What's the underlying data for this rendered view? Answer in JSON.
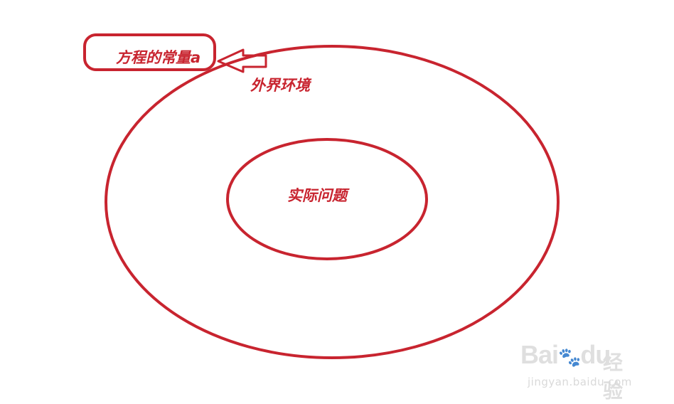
{
  "colors": {
    "stroke": "#c8242f",
    "text": "#c8242f",
    "watermark": "#d8d8d8"
  },
  "labels": {
    "constant": "方程的常量a",
    "environment": "外界环境",
    "problem": "实际问题"
  },
  "watermark": {
    "brand": "Bai",
    "brand_suffix": "du",
    "product": "经验",
    "url": "jingyan.baidu.com",
    "icon": "paw-icon"
  }
}
